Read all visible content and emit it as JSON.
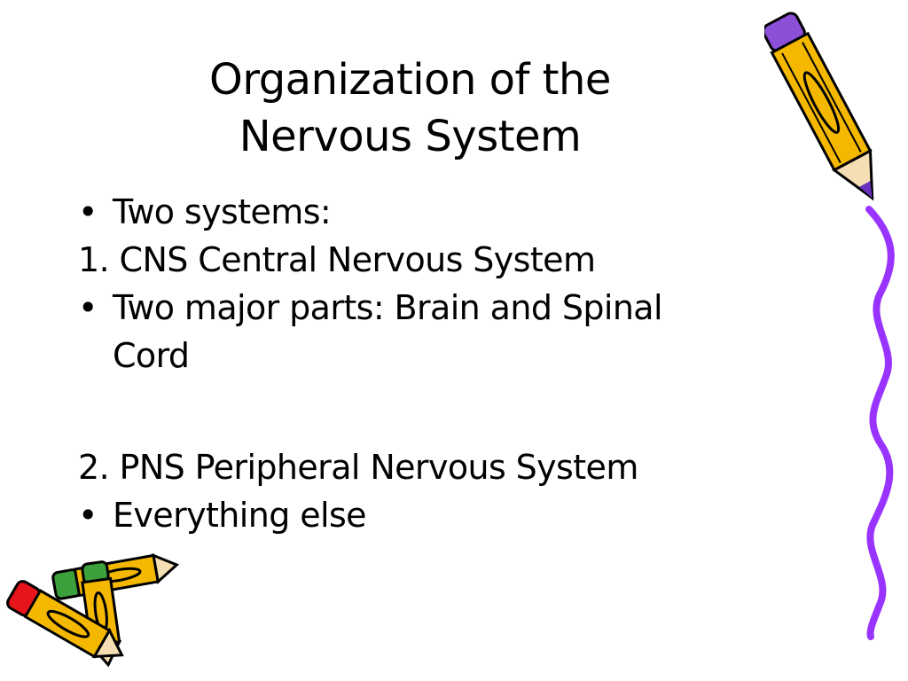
{
  "slide": {
    "title_lines": [
      "Organization of the",
      "Nervous System"
    ],
    "bullet_mark": "•",
    "items": [
      {
        "kind": "bullet",
        "text": "Two systems:"
      },
      {
        "kind": "numbered",
        "text": "1. CNS Central Nervous System"
      },
      {
        "kind": "bullet",
        "text_lines": [
          "Two major parts:  Brain and Spinal",
          "Cord"
        ]
      },
      {
        "kind": "numbered",
        "text": "2. PNS Peripheral Nervous System"
      },
      {
        "kind": "bullet",
        "text": "Everything else"
      }
    ]
  },
  "colors": {
    "pencil_body": "#F5B800",
    "pencil_outline": "#000000",
    "wavy_line": "#9933FF",
    "eraser_red": "#E8141B",
    "eraser_green": "#3CA03C",
    "eraser_purple": "#8B4FD8"
  },
  "icons": [
    "pencil-icon",
    "wavy-line"
  ]
}
